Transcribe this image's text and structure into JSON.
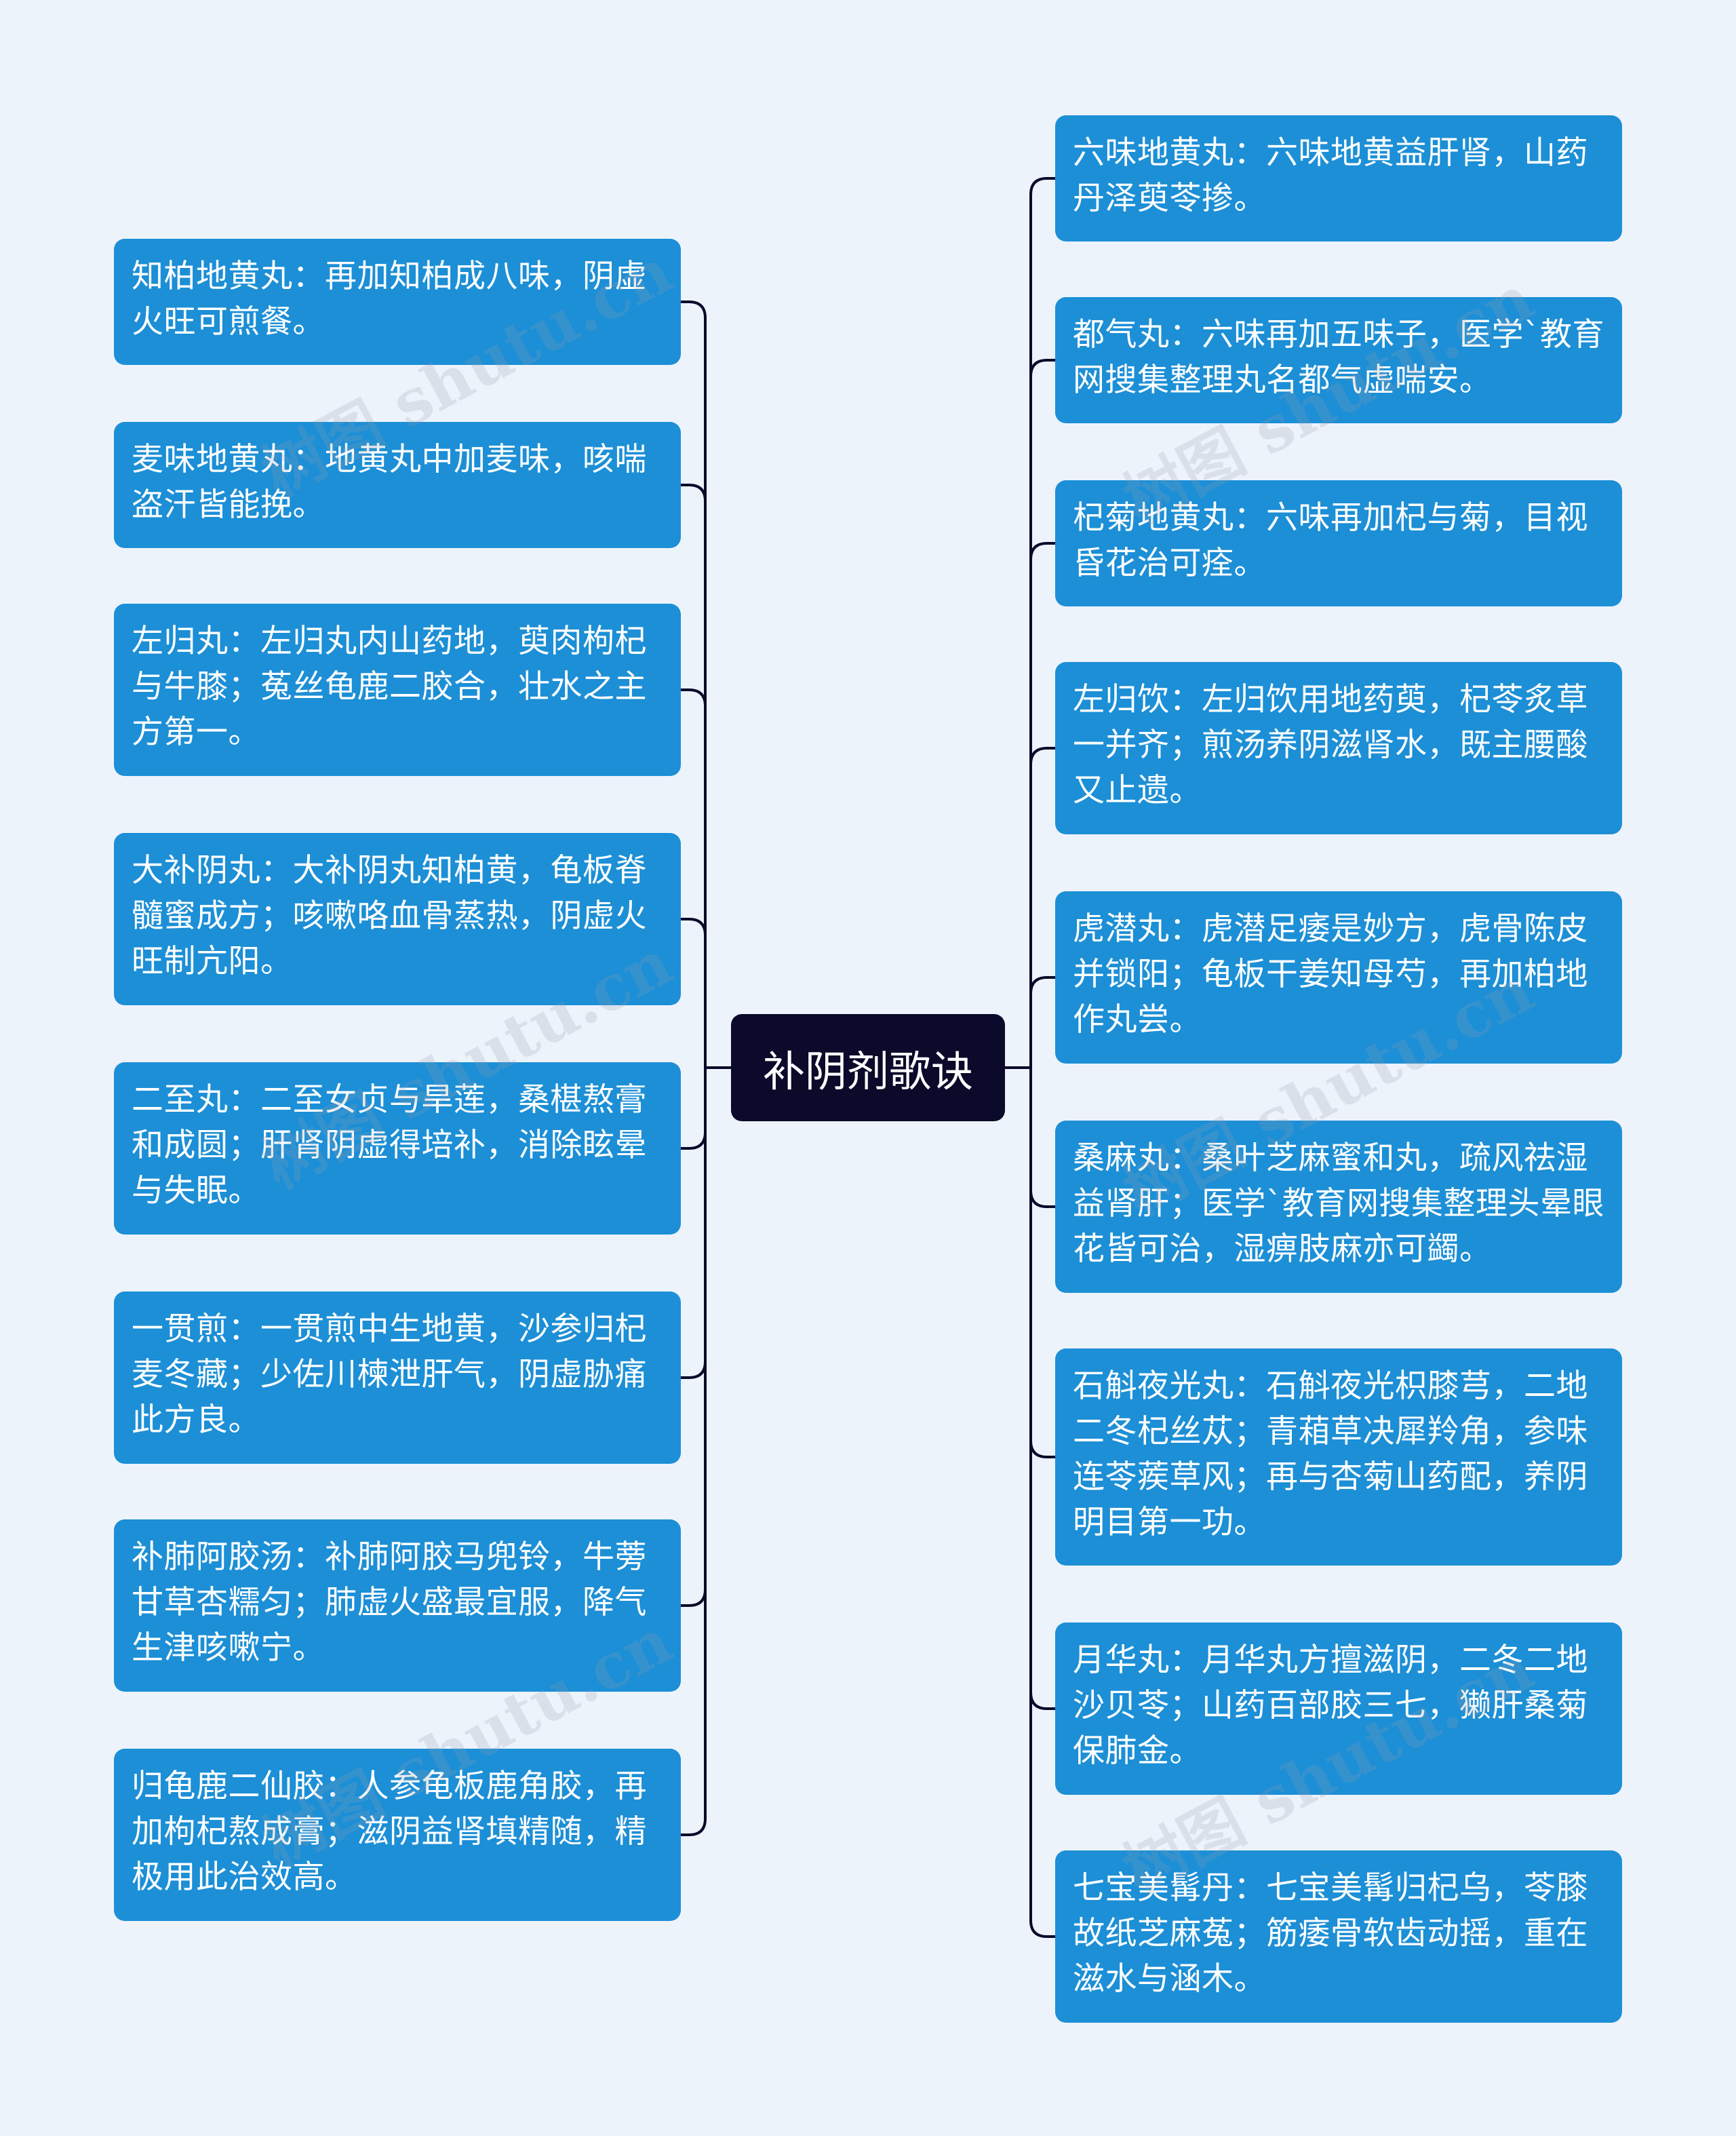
{
  "root": {
    "label": "补阴剂歌诀"
  },
  "left_nodes": [
    {
      "text": "知柏地黄丸：再加知柏成八味，阴虚火旺可煎餐。"
    },
    {
      "text": "麦味地黄丸：地黄丸中加麦味，咳喘盗汗皆能挽。"
    },
    {
      "text": "左归丸：左归丸内山药地，萸肉枸杞与牛膝；菟丝龟鹿二胶合，壮水之主方第一。"
    },
    {
      "text": "大补阴丸：大补阴丸知柏黄，龟板脊髓蜜成方；咳嗽咯血骨蒸热，阴虚火旺制亢阳。"
    },
    {
      "text": "二至丸：二至女贞与旱莲，桑椹熬膏和成圆；肝肾阴虚得培补，消除眩晕与失眠。"
    },
    {
      "text": "一贯煎：一贯煎中生地黄，沙参归杞麦冬藏；少佐川楝泄肝气，阴虚胁痛此方良。"
    },
    {
      "text": "补肺阿胶汤：补肺阿胶马兜铃，牛蒡甘草杏糯匀；肺虚火盛最宜服，降气生津咳嗽宁。"
    },
    {
      "text": "归龟鹿二仙胶：人参龟板鹿角胶，再加枸杞熬成膏；滋阴益肾填精随，精极用此治效高。"
    }
  ],
  "right_nodes": [
    {
      "text": "六味地黄丸：六味地黄益肝肾，山药丹泽萸苓掺。"
    },
    {
      "text": "都气丸：六味再加五味子，医学`教育网搜集整理丸名都气虚喘安。"
    },
    {
      "text": "杞菊地黄丸：六味再加杞与菊，目视昏花治可痊。"
    },
    {
      "text": "左归饮：左归饮用地药萸，杞苓炙草一并齐；煎汤养阴滋肾水，既主腰酸又止遗。"
    },
    {
      "text": "虎潜丸：虎潜足痿是妙方，虎骨陈皮并锁阳；龟板干姜知母芍，再加柏地作丸尝。"
    },
    {
      "text": "桑麻丸：桑叶芝麻蜜和丸，疏风祛湿益肾肝；医学`教育网搜集整理头晕眼花皆可治，湿痹肢麻亦可蠲。"
    },
    {
      "text": "石斛夜光丸：石斛夜光枳膝芎，二地二冬杞丝苁；青葙草决犀羚角，参味连苓蒺草风；再与杏菊山药配，养阴明目第一功。"
    },
    {
      "text": "月华丸：月华丸方擅滋阴，二冬二地沙贝苓；山药百部胶三七，獭肝桑菊保肺金。"
    },
    {
      "text": "七宝美髯丹：七宝美髯归杞乌，苓膝故纸芝麻菟；筋痿骨软齿动摇，重在滋水与涵木。"
    }
  ],
  "watermark": {
    "text": "树图 shutu.cn"
  },
  "colors": {
    "background": "#edf3fb",
    "node": "#1c8fd6",
    "root": "#0b0a2a",
    "line": "#0b0a2a"
  }
}
